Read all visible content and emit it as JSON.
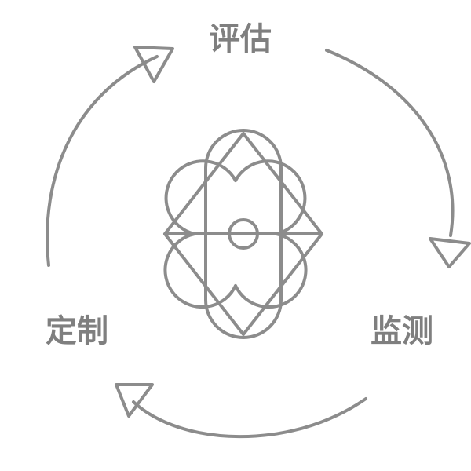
{
  "diagram": {
    "colors": {
      "stroke": "#8c8c8c",
      "text": "#7f7f7f",
      "background": "#ffffff"
    },
    "center_icon": "atom-icon",
    "cycle_icon": "circular-arrows-icon",
    "stages": [
      {
        "label": "评估"
      },
      {
        "label": "监测"
      },
      {
        "label": "定制"
      }
    ]
  }
}
